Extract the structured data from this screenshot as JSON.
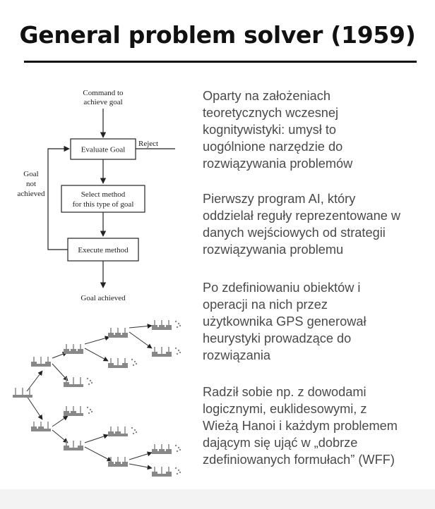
{
  "slide": {
    "title": "General problem solver (1959)"
  },
  "flowchart": {
    "command": [
      "Command to",
      "achieve goal"
    ],
    "evaluate": "Evaluate Goal",
    "reject": "Reject",
    "select": [
      "Select method",
      "for this type of goal"
    ],
    "execute": "Execute method",
    "not_achieved": [
      "Goal",
      "not",
      "achieved"
    ],
    "achieved": "Goal achieved"
  },
  "paragraphs": [
    "Oparty na założeniach\nteoretycznych wczesnej\nkognitywistyki: umysł to\nuogólnione narzędzie do\nrozwiązywania problemów",
    "Pierwszy program AI, który\noddzielał reguły reprezentowane w\ndanych wejściowych od strategii\nrozwiązywania problemu",
    "Po zdefiniowaniu obiektów i\noperacji na nich przez\nużytkownika GPS generował\nheurystyki prowadzące do\nrozwiązania",
    "Radził sobie np. z dowodami\nlogicznymi, euklidesowymi, z\nWieżą Hanoi i każdym problemem\ndającym się ująć w „dobrze\nzdefiniowanych formułach” (WFF)"
  ],
  "colors": {
    "title": "#111111",
    "body_text": "#4a4a4a",
    "diagram": "#222222",
    "hanoi": "#888888"
  }
}
